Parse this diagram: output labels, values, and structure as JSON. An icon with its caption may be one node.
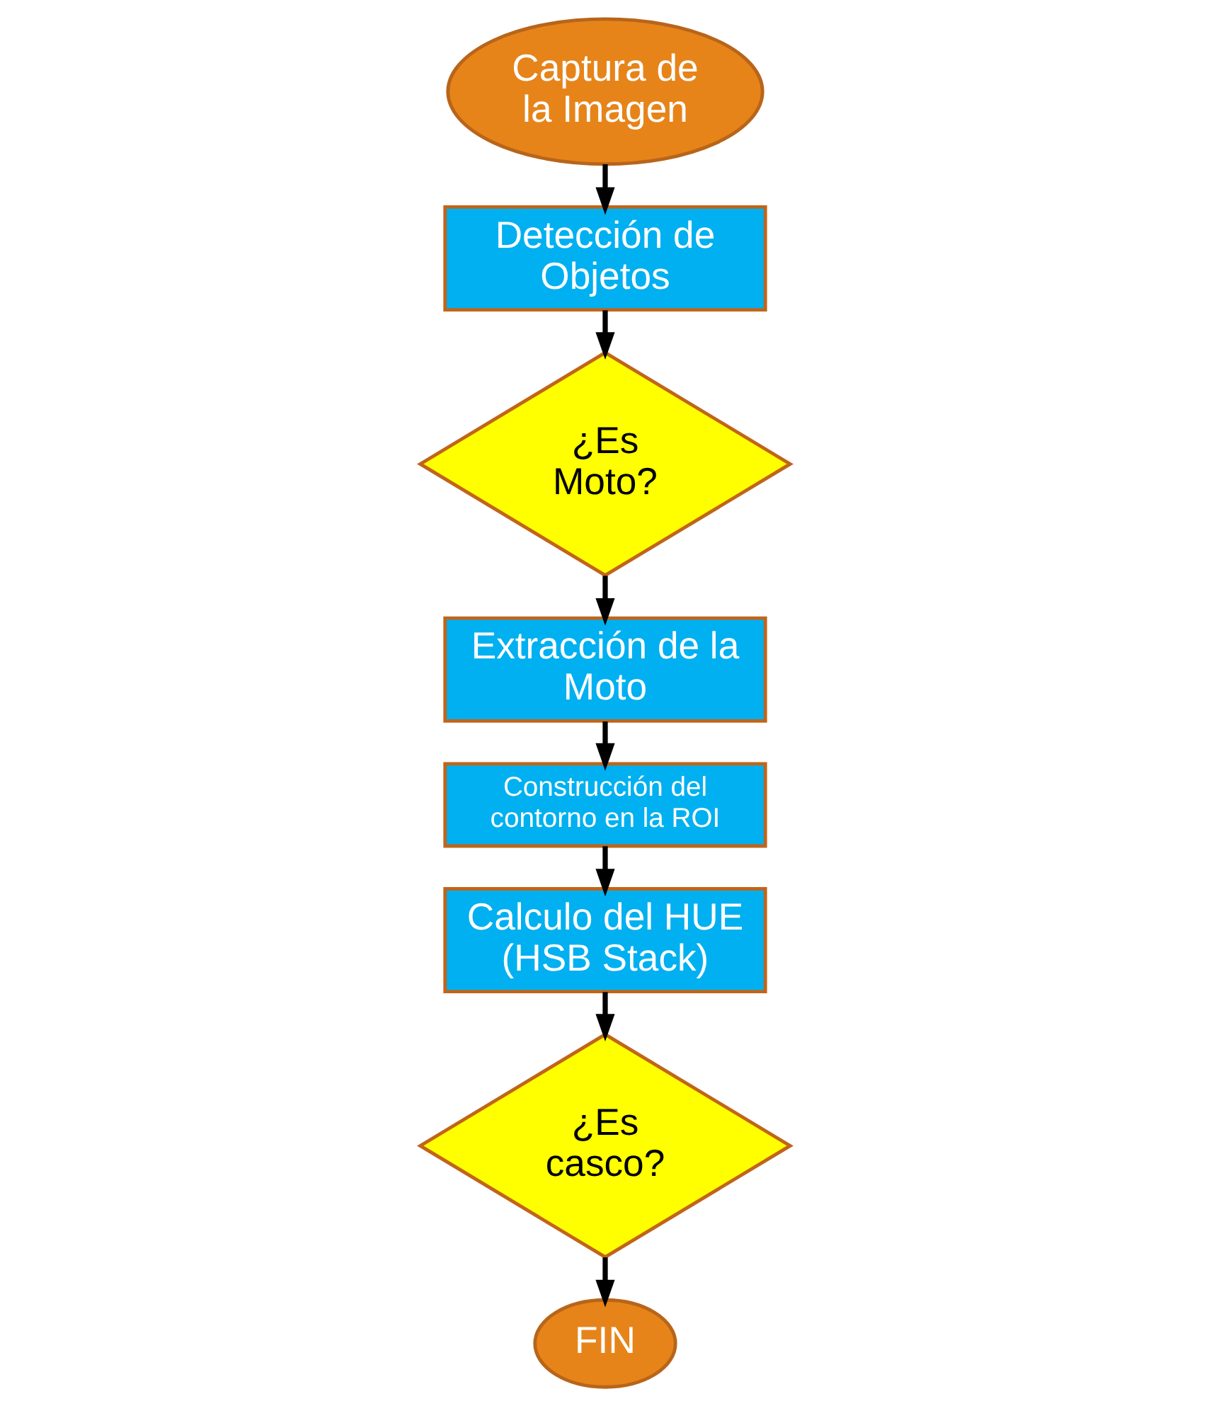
{
  "diagram": {
    "nodes": [
      {
        "text": [
          "Captura de la Imagen"
        ]
      },
      {
        "text": [
          "Detección de Objetos"
        ]
      },
      {
        "text": [
          "¿Es Moto?"
        ]
      },
      {
        "text": [
          "Extracción de la Moto"
        ]
      },
      {
        "text": [
          "Construcción del contorno en la ROI"
        ]
      },
      {
        "text": [
          "Calculo del HUE (HSB Stack)"
        ]
      },
      {
        "text": [
          "¿Es casco?"
        ]
      },
      {
        "text": [
          "FIN"
        ]
      }
    ],
    "edges": [
      {
        "from": 0,
        "to": 1,
        "arrow": "to"
      },
      {
        "from": 1,
        "to": 2,
        "arrow": "to"
      },
      {
        "from": 2,
        "to": 3,
        "arrow": "to"
      },
      {
        "from": 3,
        "to": 4,
        "arrow": "to"
      },
      {
        "from": 4,
        "to": 5,
        "arrow": "to"
      },
      {
        "from": 5,
        "to": 6,
        "arrow": "to"
      },
      {
        "from": 6,
        "to": 7,
        "arrow": "to"
      }
    ]
  }
}
